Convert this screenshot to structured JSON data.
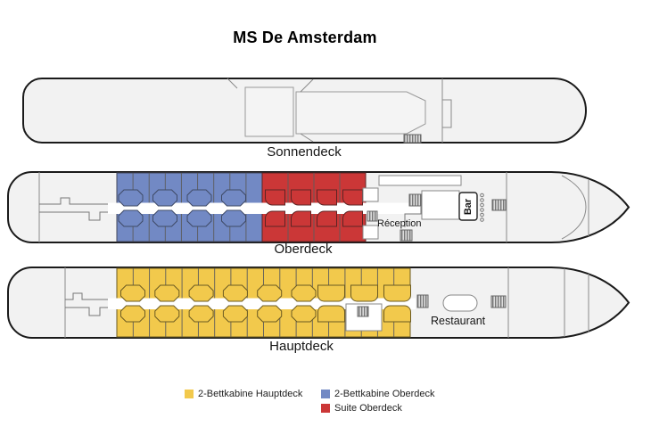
{
  "title": "MS De Amsterdam",
  "decks": [
    {
      "name": "Sonnendeck"
    },
    {
      "name": "Oberdeck"
    },
    {
      "name": "Hauptdeck"
    }
  ],
  "areas": {
    "reception": "Réception",
    "bar": "Bar",
    "restaurant": "Restaurant"
  },
  "legend": {
    "items": [
      {
        "label": "2-Bettkabine Hauptdeck",
        "color": "#F2C94C"
      },
      {
        "label": "2-Bettkabine Oberdeck",
        "color": "#7289C4"
      },
      {
        "label": "Suite Oberdeck",
        "color": "#CB3737"
      }
    ]
  },
  "colors": {
    "cabin_hauptdeck": "#F2C94C",
    "cabin_oberdeck": "#7289C4",
    "suite_oberdeck": "#CB3737",
    "hull_fill": "#F2F2F2",
    "hull_stroke": "#1A1A1A"
  }
}
